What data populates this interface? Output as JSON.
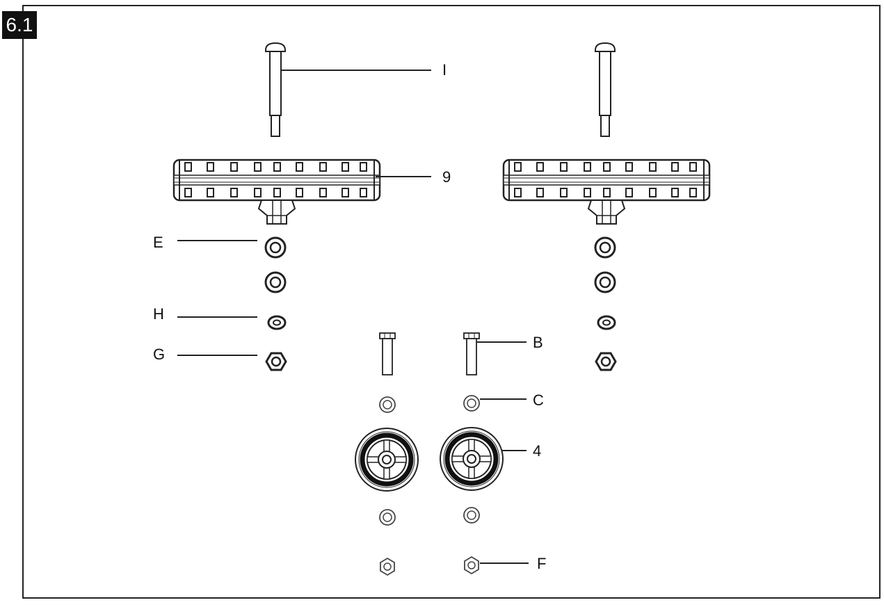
{
  "step": "6.1",
  "labels": {
    "I": "I",
    "nine": "9",
    "E": "E",
    "H": "H",
    "G": "G",
    "B": "B",
    "C": "C",
    "four": "4",
    "F": "F"
  }
}
